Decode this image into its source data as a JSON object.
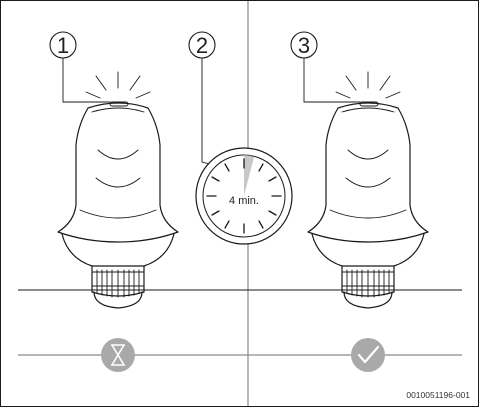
{
  "diagram": {
    "callouts": [
      {
        "id": "1",
        "label": "1"
      },
      {
        "id": "2",
        "label": "2"
      },
      {
        "id": "3",
        "label": "3"
      }
    ],
    "timer_label": "4 min.",
    "status_icons": [
      {
        "name": "hourglass-icon",
        "meaning": "waiting"
      },
      {
        "name": "checkmark-icon",
        "meaning": "done"
      }
    ],
    "reference_code": "0010051196-001",
    "colors": {
      "status_icon_fill": "#a9a9a9",
      "timer_highlight": "#c8c8c8",
      "line": "#1a1a1a",
      "divider": "#8a8a8a"
    }
  }
}
